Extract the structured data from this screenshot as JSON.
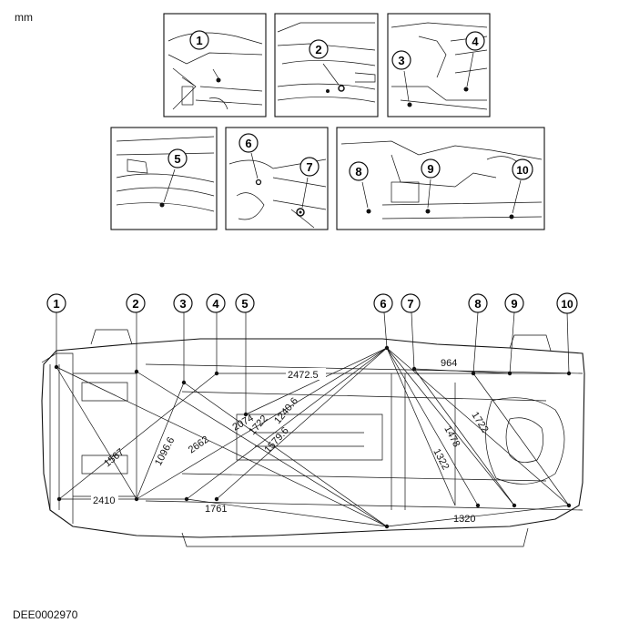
{
  "header": {
    "unit": "mm"
  },
  "footer": {
    "code": "DEE0002970"
  },
  "callouts": [
    "1",
    "2",
    "3",
    "4",
    "5",
    "6",
    "7",
    "8",
    "9",
    "10"
  ],
  "dimensions": [
    "2472.5",
    "964",
    "2074",
    "1722",
    "1240.6",
    "1579.6",
    "2662",
    "1096.6",
    "1567",
    "2410",
    "1761",
    "1322",
    "1478",
    "1722",
    "1320"
  ]
}
